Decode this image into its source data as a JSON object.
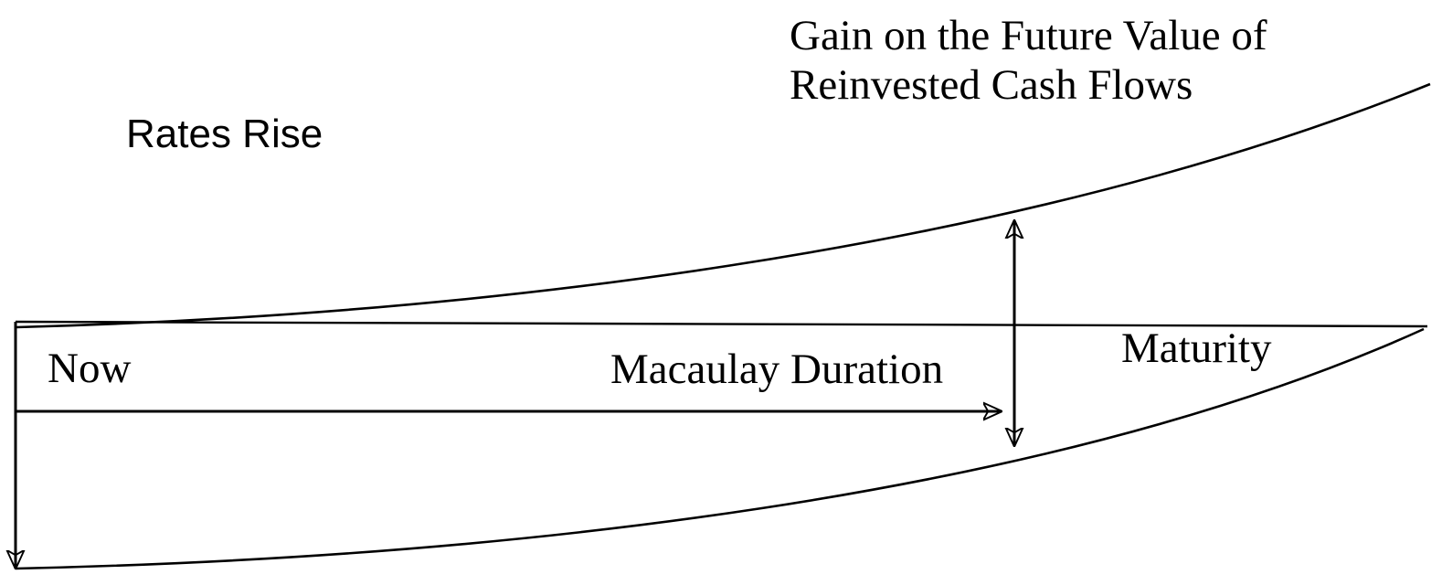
{
  "diagram": {
    "colors": {
      "background": "#ffffff",
      "stroke": "#000000",
      "text": "#000000"
    },
    "labels": {
      "gain_line1": "Gain on the Future Value of",
      "gain_line2": "Reinvested Cash Flows",
      "rates_rise": "Rates Rise",
      "now": "Now",
      "macaulay_duration": "Macaulay Duration",
      "maturity": "Maturity"
    }
  }
}
